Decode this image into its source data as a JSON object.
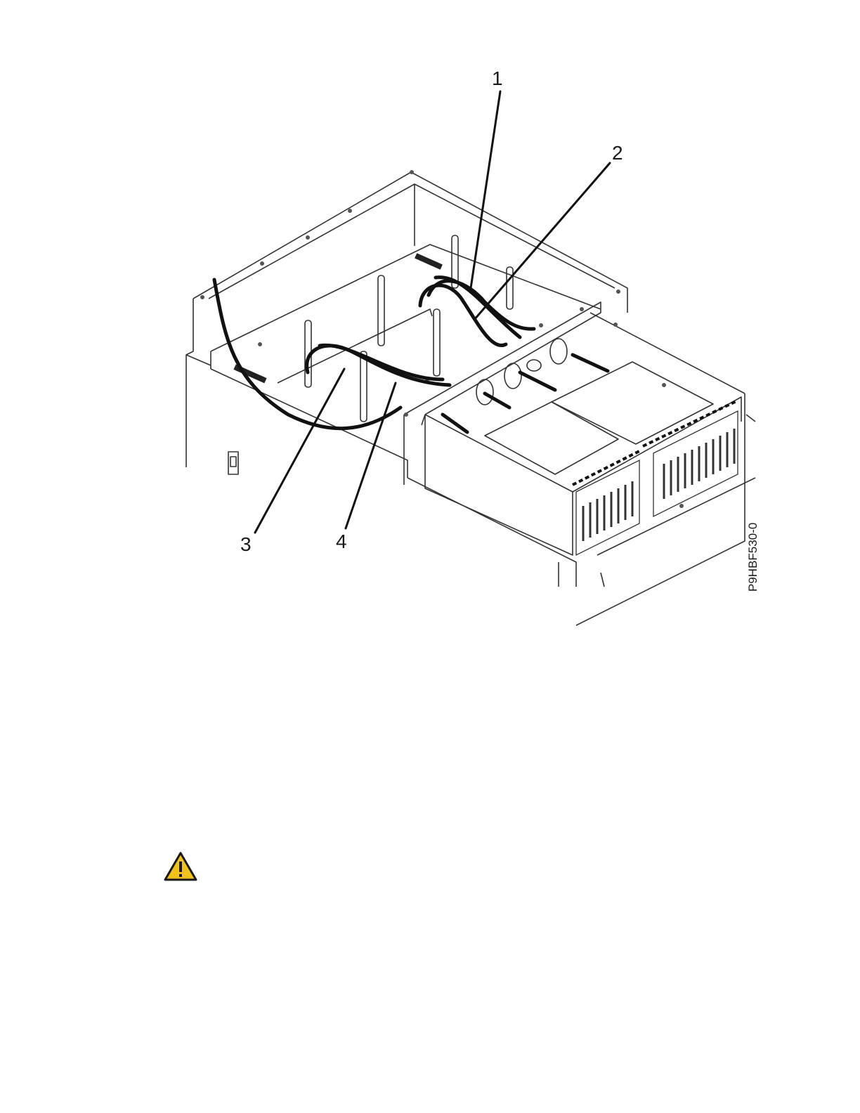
{
  "figure": {
    "callouts": [
      {
        "number": "1"
      },
      {
        "number": "2"
      },
      {
        "number": "3"
      },
      {
        "number": "4"
      }
    ],
    "figure_id": "P9HBF530-0"
  },
  "warning": {
    "icon": "warning-triangle-icon",
    "color": "#f1c21b"
  }
}
